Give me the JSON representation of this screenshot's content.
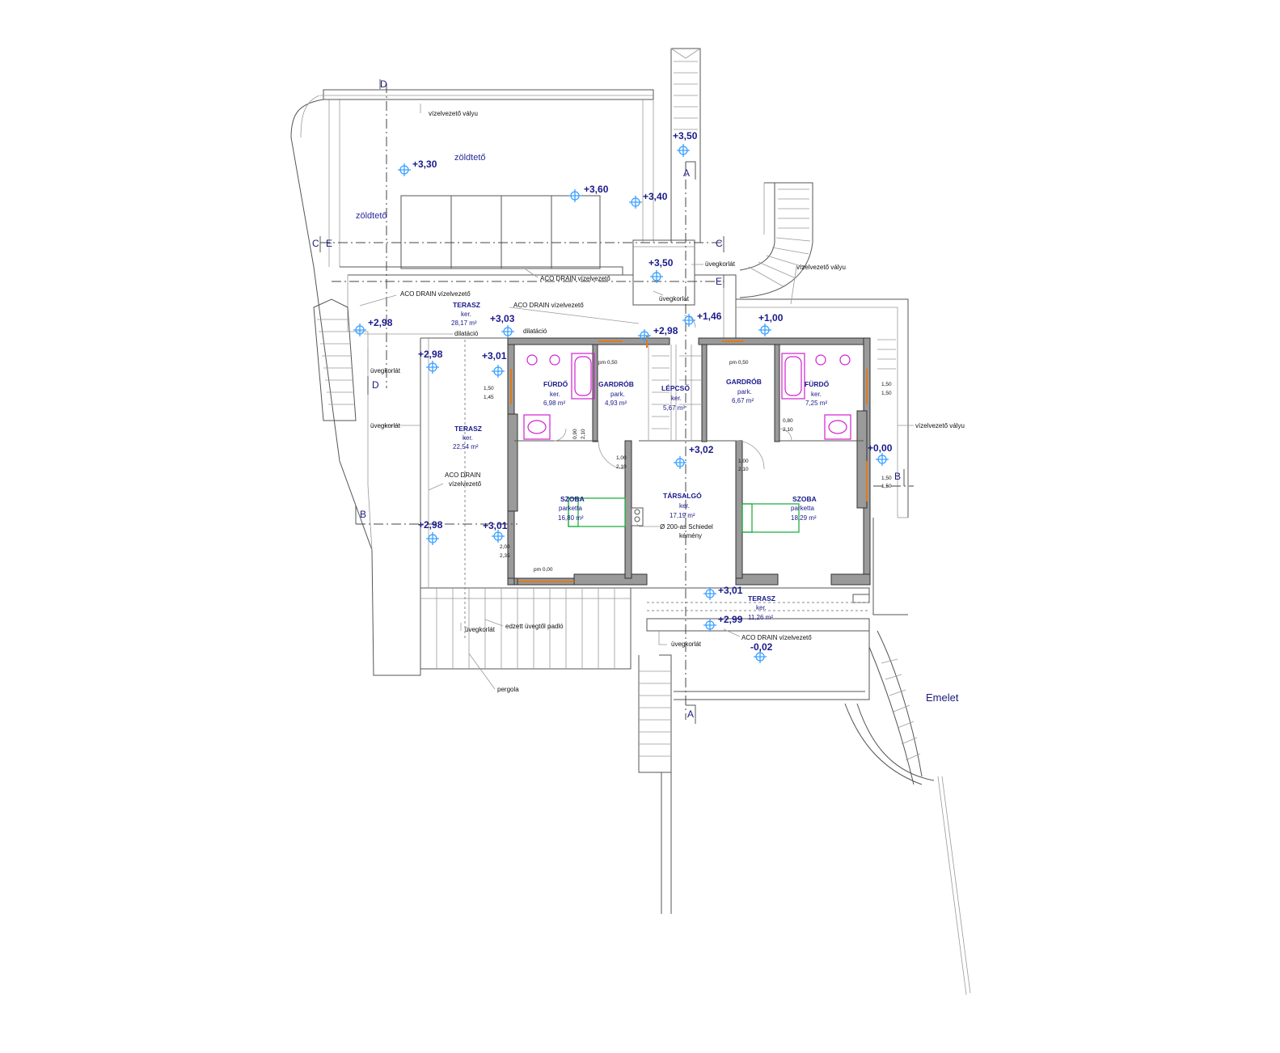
{
  "drawing": {
    "sheet_title": "Emelet",
    "section_letters": {
      "a": "A",
      "b": "B",
      "c": "C",
      "d": "D",
      "e": "E"
    }
  },
  "rooms": {
    "terasz_nw": {
      "name": "TERASZ",
      "surface": "ker.",
      "area": "28,17 m²"
    },
    "terasz_w": {
      "name": "TERASZ",
      "surface": "ker.",
      "area": "22,54 m²"
    },
    "terasz_s": {
      "name": "TERASZ",
      "surface": "ker.",
      "area": "11,26 m²"
    },
    "furdo_l": {
      "name": "FÜRDŐ",
      "surface": "ker.",
      "area": "6,98 m²"
    },
    "gardrob_l": {
      "name": "GARDRÓB",
      "surface": "park.",
      "area": "4,93 m²"
    },
    "lepcso": {
      "name": "LÉPCSŐ",
      "surface": "ker.",
      "area": "5,67 m²"
    },
    "gardrob_r": {
      "name": "GARDRÓB",
      "surface": "park.",
      "area": "6,67 m²"
    },
    "furdo_r": {
      "name": "FÜRDŐ",
      "surface": "ker.",
      "area": "7,25 m²"
    },
    "szoba_l": {
      "name": "SZOBA",
      "surface": "parketta",
      "area": "16,80 m²"
    },
    "tarsalgo": {
      "name": "TÁRSALGÓ",
      "surface": "ker.",
      "area": "17,19 m²"
    },
    "szoba_r": {
      "name": "SZOBA",
      "surface": "parketta",
      "area": "18,29 m²"
    }
  },
  "roof_labels": {
    "zoldtetO_1": "zöldtető",
    "zoldteto_2": "zöldtető"
  },
  "levels": {
    "l330": "+3,30",
    "l360": "+3,60",
    "l350a": "+3,50",
    "l340": "+3,40",
    "l350b": "+3,50",
    "l298a": "+2,98",
    "l303": "+3,03",
    "l298b": "+2,98",
    "l146": "+1,46",
    "l100": "+1,00",
    "l298c": "+2,98",
    "l301a": "+3,01",
    "l302": "+3,02",
    "l000": "+0,00",
    "l298d": "+2,98",
    "l301b": "+3,01",
    "l301c": "+3,01",
    "l299": "+2,99",
    "lm002": "-0,02"
  },
  "notes": {
    "vizelvezeto_valyu_1": "vízelvezető vályu",
    "vizelvezeto_valyu_2": "vízelvezető vályu",
    "vizelvezeto_valyu_3": "vízelvezető vályu",
    "aco_drain_1": "ACO DRAIN vízelvezető",
    "aco_drain_2": "ACO DRAIN vízelvezető",
    "aco_drain_3": "ACO DRAIN vízelvezető",
    "aco_drain_4a": "ACO DRAIN",
    "aco_drain_4b": "vízelvezető",
    "aco_drain_5": "ACO DRAIN vízelvezető",
    "uvegkorlat_1": "üvegkorlát",
    "uvegkorlat_2": "üvegkorlát",
    "uvegkorlat_3": "üvegkorlát",
    "uvegkorlat_4": "üvegkorlát",
    "uvegkorlat_5": "üvegkorlát",
    "uvegkorlat_6": "üvegkorlát",
    "dilatacio_1": "dilatáció",
    "dilatacio_2": "dilatáció",
    "schiedel_1": "Ø 200-as Schiedel",
    "schiedel_2": "kémény",
    "edzett": "edzett üvegtől padló",
    "pergola": "pergola"
  },
  "dims": {
    "d1": "1,50",
    "d2": "1,45",
    "d3": "0,90",
    "d4": "2,10",
    "d5": "1,00",
    "d6": "2,10",
    "d7": "1,00",
    "d8": "2,10",
    "d9": "1,50",
    "d10": "1,50",
    "d11": "1,50",
    "d12": "1,50",
    "d13": "2,00",
    "d14": "2,35",
    "p1": "pm 0,50",
    "p2": "pm 0,50",
    "p3": "pm 0,00",
    "d15": "0,80",
    "d16": "2,10"
  }
}
